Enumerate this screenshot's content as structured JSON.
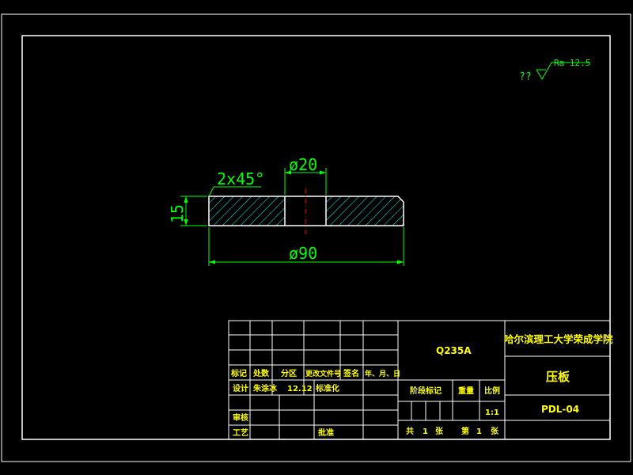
{
  "colors": {
    "background": "#000000",
    "frame": "#ffffff",
    "dimension": "#00ff00",
    "part_outline": "#ffffff",
    "hatch": "#00ffff",
    "centerline": "#ff0000",
    "titleblock_text": "#ffff00",
    "titleblock_lines": "#ffffff"
  },
  "roughness": {
    "prefix": "??",
    "symbol_label": "Ra 12.5"
  },
  "dimensions": {
    "chamfer": "2x45°",
    "bore": "ø20",
    "thickness": "15",
    "outer_diameter": "ø90"
  },
  "title_block": {
    "material": "Q235A",
    "school": "哈尔滨理工大学荣成学院",
    "part_name": "压板",
    "drawing_number": "PDL-04",
    "revision_row": [
      "标记",
      "处数",
      "分区",
      "更改文件号",
      "签名",
      "年、月、日"
    ],
    "designer_label": "设计",
    "designer_name": "朱涂冰",
    "design_date": "12.12",
    "standardization_label": "标准化",
    "review_label": "审核",
    "process_label": "工艺",
    "approve_label": "批准",
    "stage_label": "阶段标记",
    "weight_label": "重量",
    "scale_label": "比例",
    "scale_value": "1:1",
    "sheets_total_label": "共",
    "sheets_total": "1",
    "sheets_unit": "张",
    "sheet_no_label": "第",
    "sheet_no": "1",
    "sheet_no_unit": "张"
  }
}
